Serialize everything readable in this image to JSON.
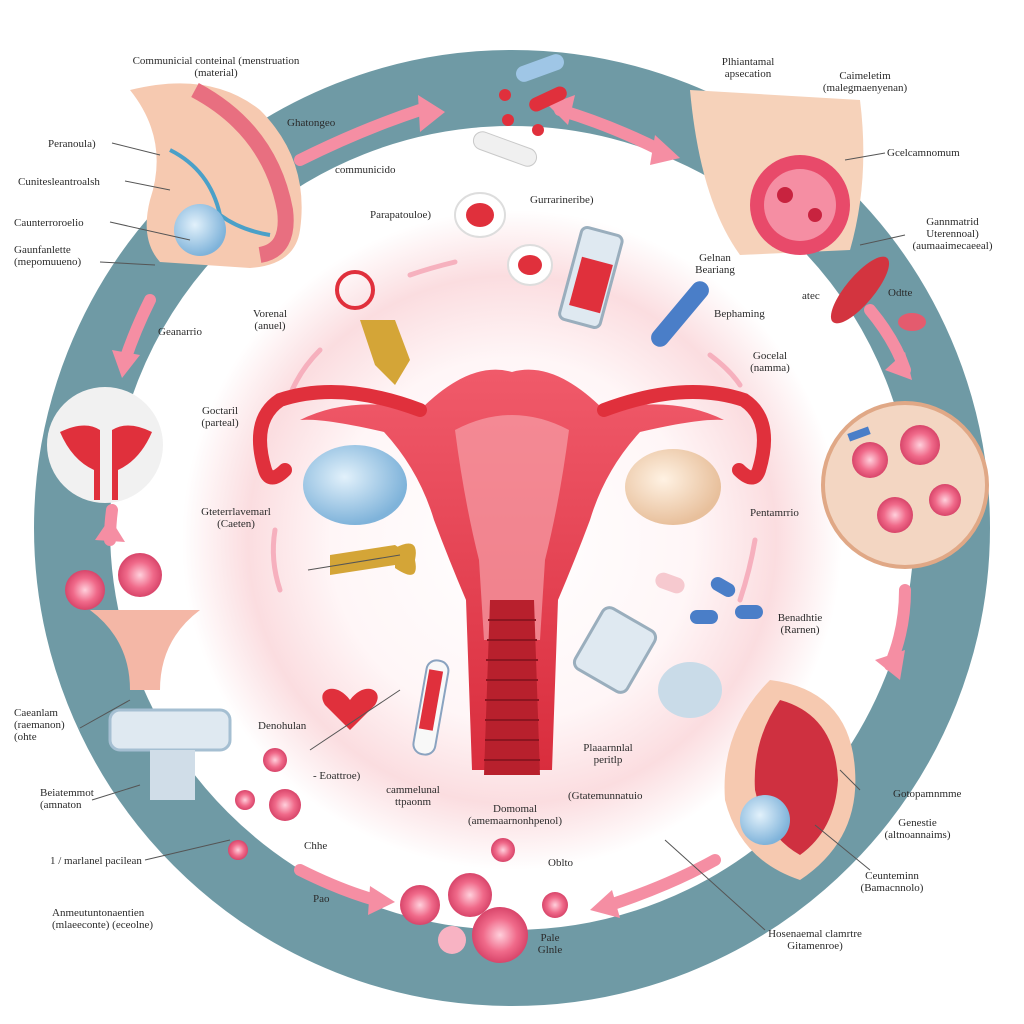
{
  "diagram": {
    "colors": {
      "ring": "#6f9aa5",
      "inner_glow": "#fbdde0",
      "arrow_pink": "#f58ea3",
      "tissue_red": "#e0303c",
      "ovary_blue": "#9ec9e8",
      "ovary_cream": "#f1d2b4",
      "cell_pink": "#f06a8a"
    },
    "icons": [
      "uterus-diagram",
      "ovary-blue",
      "ovary-cream",
      "pill-capsule",
      "test-tube",
      "blood-vial",
      "follicle-cell",
      "forceps",
      "microscope-slide",
      "syringe",
      "heart"
    ],
    "labels": {
      "top_left_title": [
        "Communicial conteinal (menstruation",
        "(material)"
      ],
      "tube_1": [
        "Peranoula)"
      ],
      "tube_2": [
        "Cunitesleantroalsh"
      ],
      "left_1": [
        "Caunterroroelio"
      ],
      "left_2": [
        "Gaunfanlette",
        "(mepomuueno)"
      ],
      "top_arrow_1": [
        "Ghatongeo"
      ],
      "top_arrow_2": [
        "communicido"
      ],
      "ring_left": [
        "Geanarrio"
      ],
      "inner_top_1": [
        "Parapatouloe)"
      ],
      "inner_top_2": [
        "Gurrarineribe)"
      ],
      "inner_top_3": [
        "Gelnan",
        "Beariang"
      ],
      "inner_right_1": [
        "Bephaming"
      ],
      "inner_right_2": [
        "Gocelal",
        "(namma)"
      ],
      "inner_left_1": [
        "Vorenal",
        "(anuel)"
      ],
      "inner_left_2": [
        "Goctaril",
        "(parteal)"
      ],
      "inner_left_3": [
        "Gteterrlavemarl",
        "(Caeten)"
      ],
      "inner_right_3": [
        "Pentamrrio"
      ],
      "top_right_1": [
        "Plhiantamal",
        "apsecation"
      ],
      "top_right_2": [
        "Caimeletim",
        "(malegmaenyenan)"
      ],
      "right_1": [
        "Gcelcamnomum"
      ],
      "right_2": [
        "Gannmatrid",
        "Uterennoal)",
        "(aumaaimecaeeal)"
      ],
      "right_3": [
        "atec"
      ],
      "right_4": [
        "Odtte"
      ],
      "right_5": [
        "Benadhtie",
        "(Rarnen)"
      ],
      "bottom_left_1": [
        "Caeanlam",
        "(raemanon)",
        "(ohte"
      ],
      "bottom_left_2": [
        "Beiatemmot",
        "(amnaton"
      ],
      "bottom_left_3": [
        "1 / marlanel pacilean"
      ],
      "bottom_left_4": [
        "Anmeutuntonaentien",
        "(mlaeeconte) (eceolne)"
      ],
      "bottom_left_5": [
        "Pao"
      ],
      "bottom_left_6": [
        "Chhe"
      ],
      "center_left_1": [
        "Denohulan"
      ],
      "center_left_2": [
        "- Eoattroe)"
      ],
      "center_bottom_1": [
        "cammelunal",
        "ttpaonm"
      ],
      "center_bottom_2": [
        "Domomal",
        "(amemaarnonhpenol)"
      ],
      "center_right_1": [
        "Plaaarnnlal",
        "peritlp"
      ],
      "center_right_2": [
        "(Gtatemunnatuio"
      ],
      "bottom_right_1": [
        "Gotopamnmme"
      ],
      "bottom_right_2": [
        "Genestie",
        "(altnoannaims)"
      ],
      "bottom_right_3": [
        "Ceunteminn",
        "(Bamacnnolo)"
      ],
      "bottom_right_4": [
        "Hosenaemal clamrtre",
        "Gitamenroe)"
      ],
      "bottom_center_1": [
        "Oblto"
      ],
      "bottom_center_2": [
        "Pale",
        "Glnle"
      ]
    }
  }
}
